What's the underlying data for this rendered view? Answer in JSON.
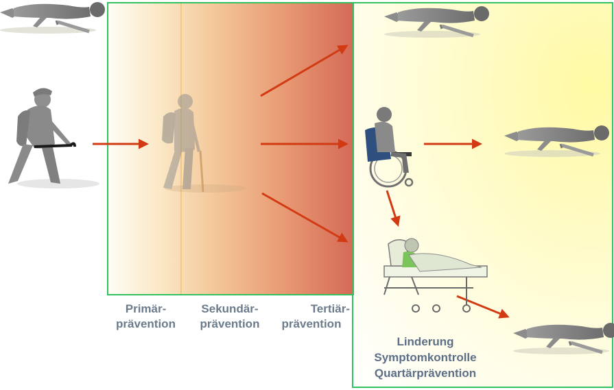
{
  "colors": {
    "frame": "#2fc25f",
    "arrow": "#d13a12",
    "label": "#6b7b8c",
    "care_label": "#5d6f87",
    "figure": "#8a8a8a"
  },
  "stage_labels": {
    "primary": [
      "Primär-",
      "prävention"
    ],
    "secondary": [
      "Sekundär-",
      "prävention"
    ],
    "tertiary": [
      "Tertiär-",
      "prävention"
    ]
  },
  "care_labels": [
    "Linderung",
    "Symptomkontrolle",
    "Quartärprävention"
  ],
  "figures": [
    "walking-elderly-person-with-cane-icon",
    "faded-elderly-person-with-cane-icon",
    "fallen-person-icon",
    "wheelchair-user-icon",
    "bedridden-patient-icon"
  ]
}
